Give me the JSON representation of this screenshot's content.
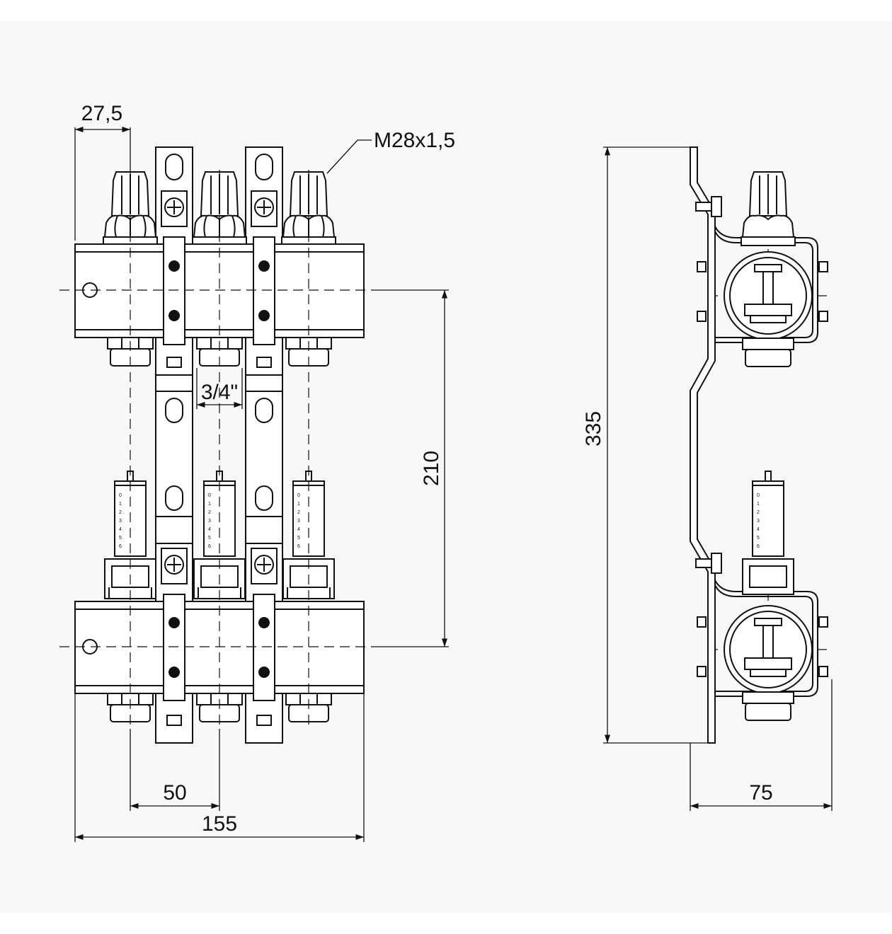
{
  "drawing": {
    "front_view": {
      "dim_pitch_offset": "27,5",
      "dim_thread": "M28x1,5",
      "dim_connection": "3/4\"",
      "dim_center_distance": "210",
      "dim_outlet_spacing": "50",
      "dim_total_width": "155",
      "scale_marks": [
        "0",
        "1",
        "2",
        "3",
        "4",
        "5",
        "6"
      ]
    },
    "side_view": {
      "dim_height": "335",
      "dim_depth": "75"
    },
    "colors": {
      "line": "#111111",
      "background": "#f8f8f8",
      "page": "#ffffff"
    }
  }
}
